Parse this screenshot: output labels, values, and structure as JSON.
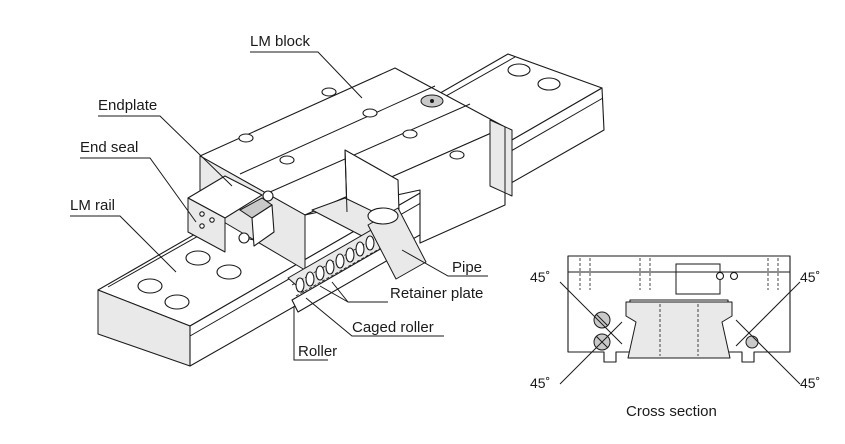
{
  "labels": {
    "lm_block": "LM block",
    "endplate": "Endplate",
    "end_seal": "End seal",
    "lm_rail": "LM rail",
    "pipe": "Pipe",
    "retainer_plate": "Retainer plate",
    "caged_roller": "Caged roller",
    "roller": "Roller",
    "cross_section": "Cross section"
  },
  "angles": {
    "top_left": "45˚",
    "top_right": "45˚",
    "bottom_left": "45˚",
    "bottom_right": "45˚"
  }
}
